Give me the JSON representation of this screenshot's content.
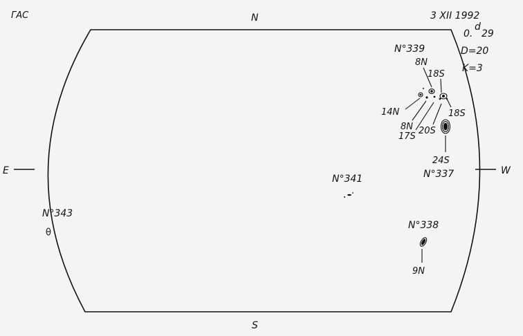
{
  "observatory": "ГАС",
  "directions": {
    "north": "N",
    "south": "S",
    "east": "E",
    "west": "W"
  },
  "info": {
    "date": "3 XII 1992",
    "phase_prefix": "0.",
    "phase_sup": "d",
    "phase_value": "29",
    "d_param": "D=20",
    "k_param": "K=3"
  },
  "regions": [
    {
      "id": "339",
      "label": "N°339"
    },
    {
      "id": "337",
      "label": "N°337"
    },
    {
      "id": "341",
      "label": "N°341"
    },
    {
      "id": "338",
      "label": "N°338"
    },
    {
      "id": "343",
      "label": "N°343"
    }
  ],
  "spot_labels": [
    {
      "text": "8N"
    },
    {
      "text": "18S"
    },
    {
      "text": "14N"
    },
    {
      "text": "18S"
    },
    {
      "text": "8N"
    },
    {
      "text": "17S"
    },
    {
      "text": "20S"
    },
    {
      "text": "24S"
    },
    {
      "text": "9N"
    }
  ]
}
